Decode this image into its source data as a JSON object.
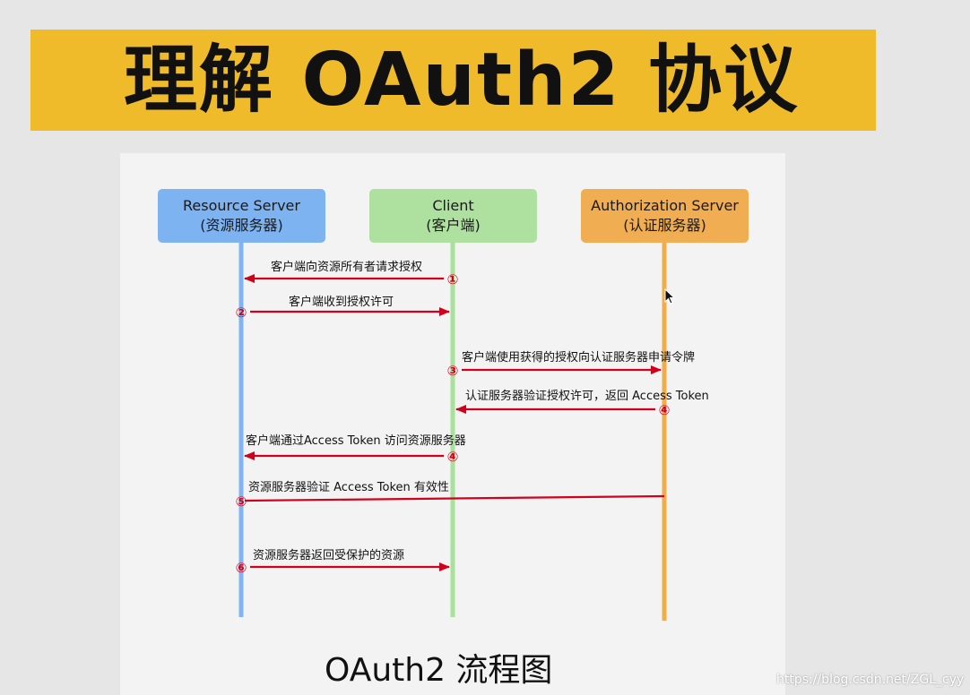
{
  "title": "理解 OAuth2 协议",
  "actors": [
    {
      "id": "resource",
      "name": "Resource Server",
      "sub": "(资源服务器)",
      "color": "#7eb3f2",
      "line_color": "#80b4f4"
    },
    {
      "id": "client",
      "name": "Client",
      "sub": "(客户端)",
      "color": "#aee0a0",
      "line_color": "#a9e09c"
    },
    {
      "id": "auth",
      "name": "Authorization Server",
      "sub": "(认证服务器)",
      "color": "#f0ad52",
      "line_color": "#f0ad4a"
    }
  ],
  "messages": [
    {
      "step": "①",
      "label": "客户端向资源所有者请求授权",
      "from": "client",
      "to": "resource"
    },
    {
      "step": "②",
      "label": "客户端收到授权许可",
      "from": "resource",
      "to": "client"
    },
    {
      "step": "③",
      "label": "客户端使用获得的授权向认证服务器申请令牌",
      "from": "client",
      "to": "auth"
    },
    {
      "step": "④",
      "label": "认证服务器验证授权许可，返回 Access Token",
      "from": "auth",
      "to": "client"
    },
    {
      "step": "④",
      "label": "客户端通过Access Token 访问资源服务器",
      "from": "client",
      "to": "resource"
    },
    {
      "step": "⑤",
      "label": "资源服务器验证 Access Token 有效性",
      "from": "auth",
      "to": "resource"
    },
    {
      "step": "⑥",
      "label": "资源服务器返回受保护的资源",
      "from": "resource",
      "to": "client"
    }
  ],
  "arrow_color": "#d0021b",
  "caption": "OAuth2 流程图",
  "watermark": "https://blog.csdn.net/ZGL_cyy",
  "icons": {
    "cursor": "mouse-pointer-icon"
  }
}
